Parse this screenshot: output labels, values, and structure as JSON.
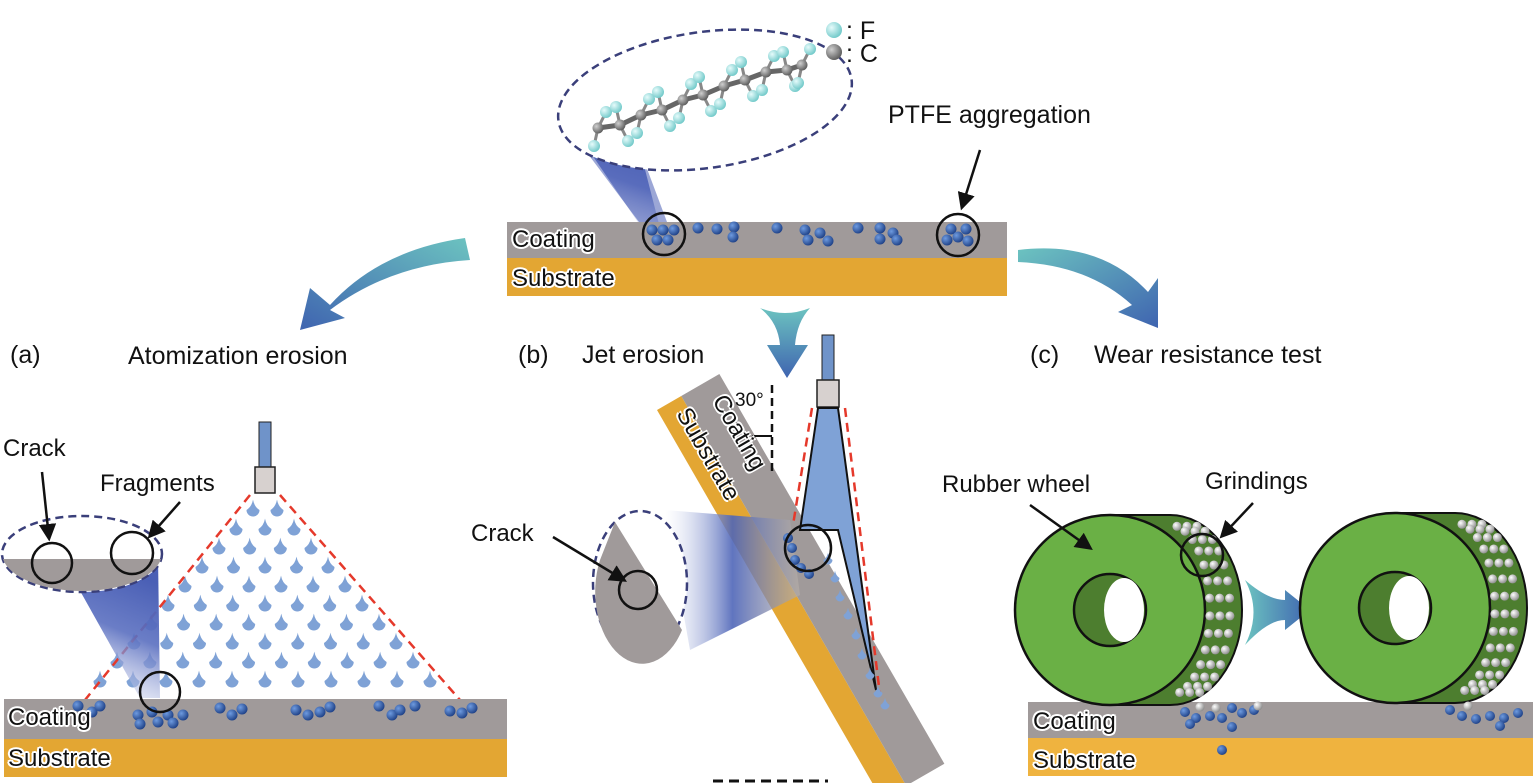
{
  "legend": {
    "fluorine_label": ": F",
    "carbon_label": ": C"
  },
  "top_panel": {
    "coating_label": "Coating",
    "substrate_label": "Substrate",
    "aggregation_label": "PTFE aggregation"
  },
  "panel_a": {
    "letter": "(a)",
    "title": "Atomization erosion",
    "crack_label": "Crack",
    "fragments_label": "Fragments",
    "coating_label": "Coating",
    "substrate_label": "Substrate"
  },
  "panel_b": {
    "letter": "(b)",
    "title": "Jet erosion",
    "angle_label": "30°",
    "crack_label": "Crack",
    "coating_label": "Coating",
    "substrate_label": "Substrate"
  },
  "panel_c": {
    "letter": "(c)",
    "title": "Wear resistance test",
    "wheel_label": "Rubber wheel",
    "grindings_label": "Grindings",
    "coating_label": "Coating",
    "substrate_label": "Substrate"
  },
  "colors": {
    "coating": "#a09a9a",
    "substrate": "#e3a633",
    "particle": "#2f5aa0",
    "droplet": "#7fa2d6",
    "wheel": "#6ab045",
    "wheel_dark": "#4d7e2f",
    "arrow_start": "#6cc3c0",
    "arrow_end": "#3f64b0",
    "spray_edge": "#e5392b"
  }
}
